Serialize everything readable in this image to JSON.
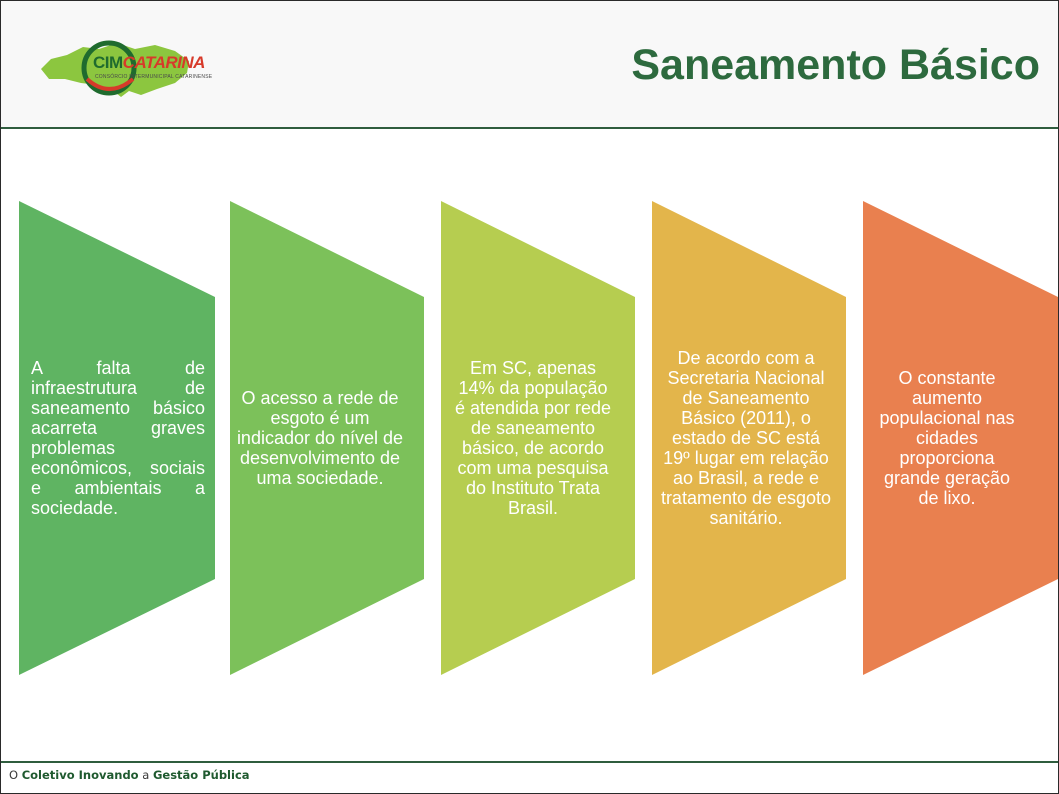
{
  "header": {
    "title": "Saneamento Básico",
    "logo": {
      "part1": "CIM",
      "part2": "CATARINA",
      "subtitle": "CONSÓRCIO INTERMUNICIPAL CATARINENSE"
    }
  },
  "colors": {
    "header_line": "#2f5d3e",
    "title": "#2d6a3e",
    "chevron_1": "#5fb462",
    "chevron_2": "#7cc15a",
    "chevron_3": "#b6cd50",
    "chevron_4": "#e3b54b",
    "chevron_5": "#e9804f"
  },
  "steps": [
    {
      "text": "A falta de infraestrutura de saneamento básico acarreta graves problemas econômicos, sociais e ambientais a sociedade."
    },
    {
      "text": "O acesso a rede de esgoto é um indicador do nível de desenvolvimento de uma sociedade."
    },
    {
      "text": "Em SC, apenas 14% da população é atendida por rede de saneamento básico, de acordo com uma pesquisa do Instituto Trata Brasil."
    },
    {
      "text": "De acordo com a Secretaria Nacional de Saneamento Básico (2011), o estado de SC está 19º lugar em relação ao Brasil, a rede e tratamento de esgoto sanitário."
    },
    {
      "text": "O constante aumento populacional nas cidades proporciona grande geração de lixo."
    }
  ],
  "footer": {
    "o": "O",
    "coletivo": "Coletivo Inovando",
    "a": "a",
    "gestao": "Gestão Pública"
  }
}
